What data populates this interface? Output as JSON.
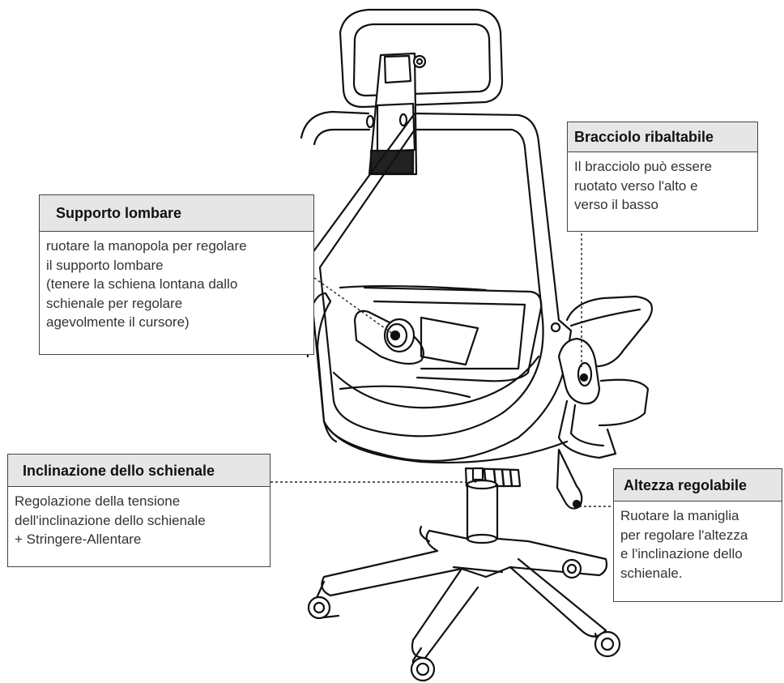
{
  "callouts": {
    "lombare": {
      "title": "Supporto lombare",
      "text": "ruotare la manopola per regolare\nil supporto lombare\n(tenere la schiena lontana dallo\nschienale per regolare\nagevolmente il cursore)"
    },
    "bracciolo": {
      "title": "Bracciolo ribaltabile",
      "text": "Il bracciolo può essere\nruotato verso l'alto e\nverso il basso"
    },
    "inclinazione": {
      "title": "Inclinazione dello schienale",
      "text": "Regolazione della tensione\ndell'inclinazione dello schienale\n+ Stringere-Allentare"
    },
    "altezza": {
      "title": "Altezza regolabile",
      "text": "Ruotare la maniglia\nper regolare l'altezza\ne l'inclinazione dello\nschienale."
    }
  },
  "colors": {
    "line": "#111111",
    "header_bg": "#e6e6e6",
    "border": "#444444"
  }
}
